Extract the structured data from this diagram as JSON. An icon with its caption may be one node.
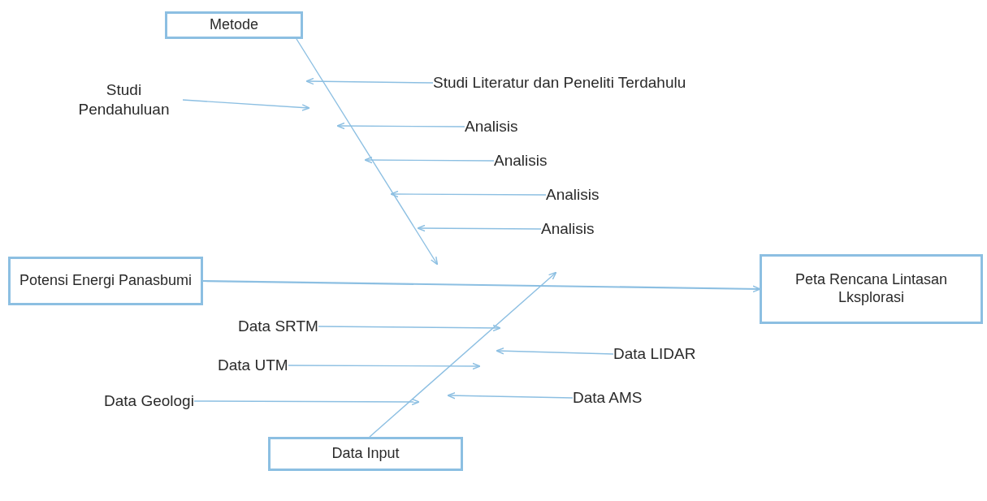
{
  "diagram": {
    "nodes": [
      {
        "text": [
          "Metode"
        ]
      },
      {
        "text": [
          "Studi Pendahuluan"
        ]
      },
      {
        "text": [
          "Studi Literatur dan Peneliti Terdahulu"
        ]
      },
      {
        "text": [
          "Analisis"
        ]
      },
      {
        "text": [
          "Analisis"
        ]
      },
      {
        "text": [
          "Analisis"
        ]
      },
      {
        "text": [
          "Analisis"
        ]
      },
      {
        "text": [
          "Potensi Energi Panasbumi"
        ]
      },
      {
        "text": [
          "Peta Rencana Lintasan Lksplorasi"
        ]
      },
      {
        "text": [
          "Data SRTM"
        ]
      },
      {
        "text": [
          "Data UTM"
        ]
      },
      {
        "text": [
          "Data Geologi"
        ]
      },
      {
        "text": [
          "Data LIDAR"
        ]
      },
      {
        "text": [
          "Data AMS"
        ]
      },
      {
        "text": [
          "Data Input"
        ]
      }
    ],
    "edges": [
      {
        "from": 0,
        "to": null,
        "arrow": "to"
      },
      {
        "from": 14,
        "to": null,
        "arrow": "to"
      },
      {
        "from": 7,
        "to": 8,
        "arrow": "to"
      },
      {
        "from": 1,
        "to": null,
        "arrow": "to"
      },
      {
        "from": 2,
        "to": null,
        "arrow": "to"
      },
      {
        "from": 3,
        "to": null,
        "arrow": "to"
      },
      {
        "from": 4,
        "to": null,
        "arrow": "to"
      },
      {
        "from": 5,
        "to": null,
        "arrow": "to"
      },
      {
        "from": 6,
        "to": null,
        "arrow": "to"
      },
      {
        "from": 9,
        "to": null,
        "arrow": "to"
      },
      {
        "from": 10,
        "to": null,
        "arrow": "to"
      },
      {
        "from": 11,
        "to": null,
        "arrow": "to"
      },
      {
        "from": 12,
        "to": null,
        "arrow": "to"
      },
      {
        "from": 13,
        "to": null,
        "arrow": "to"
      }
    ]
  }
}
